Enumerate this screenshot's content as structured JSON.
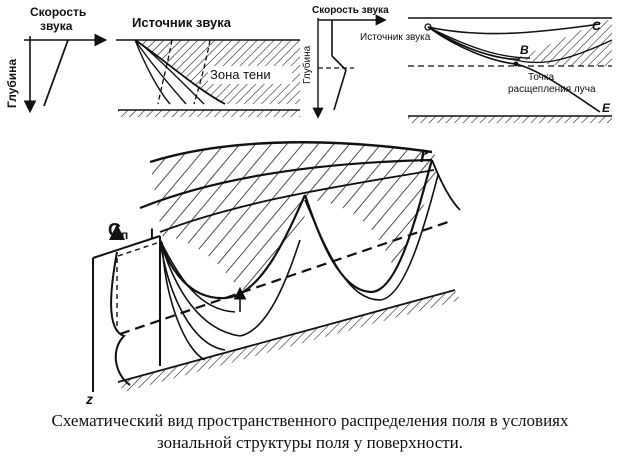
{
  "panel1": {
    "speed_label_1": "Скорость",
    "speed_label_2": "звука",
    "depth_label": "Глубина"
  },
  "panel2": {
    "source_label": "Источник звука",
    "shadow_label": "Зона тени"
  },
  "panel3": {
    "speed_label": "Скорость звука",
    "depth_label": "Глубина"
  },
  "panel4": {
    "source_label": "Источник звука",
    "label_c": "C",
    "label_b": "B",
    "label_e": "E",
    "split_label_1": "Точка",
    "split_label_2": "расщепления луча"
  },
  "main": {
    "label_c": "C",
    "label_c_sub": "п",
    "label_r": "r",
    "label_z": "z",
    "label_source": "I"
  },
  "caption": {
    "line1": "Схематический вид пространственного распределения поля в условиях",
    "line2": "зональной структуры поля у поверхности."
  }
}
